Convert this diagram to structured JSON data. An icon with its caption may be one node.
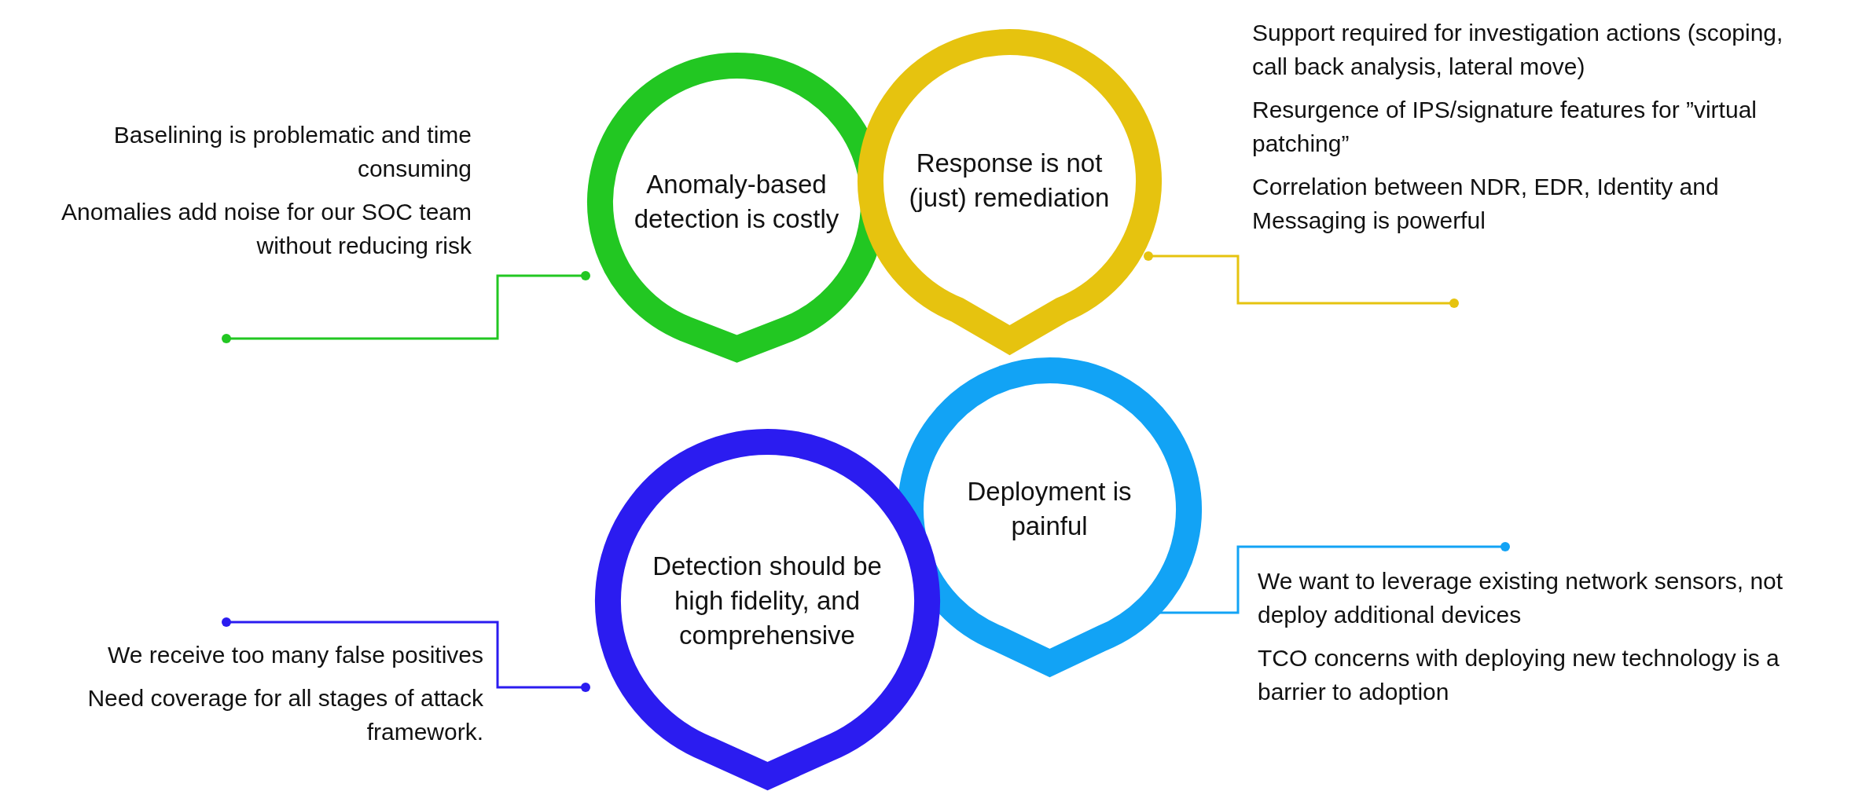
{
  "diagram": {
    "nodes": [
      {
        "text": [
          "Anomaly-based detection is costly"
        ]
      },
      {
        "text": [
          "Response is not (just) remediation"
        ]
      },
      {
        "text": [
          "Deployment is painful"
        ]
      },
      {
        "text": [
          "Detection should be high fidelity, and comprehensive"
        ]
      },
      {
        "text": [
          "Baselining is problematic and time consuming",
          "Anomalies add noise for our SOC team without reducing risk"
        ]
      },
      {
        "text": [
          "Support required for investigation actions (scoping, call back analysis, lateral move)",
          "Resurgence of IPS/signature features for ”virtual patching”",
          "Correlation between NDR, EDR, Identity and Messaging is powerful"
        ]
      },
      {
        "text": [
          "We want to leverage existing network sensors, not deploy additional devices",
          "TCO concerns with deploying new technology is a barrier to adoption"
        ]
      },
      {
        "text": [
          "We receive too many false positives",
          "Need coverage for all stages of attack framework."
        ]
      }
    ],
    "edges": [
      {
        "from": 4,
        "to": 0,
        "arrow": "other",
        "color": "#22c722"
      },
      {
        "from": 5,
        "to": 1,
        "arrow": "other",
        "color": "#e6c30f"
      },
      {
        "from": 6,
        "to": 2,
        "arrow": "other",
        "color": "#12a3f5"
      },
      {
        "from": 7,
        "to": 3,
        "arrow": "other",
        "color": "#2b1cf0"
      }
    ]
  }
}
